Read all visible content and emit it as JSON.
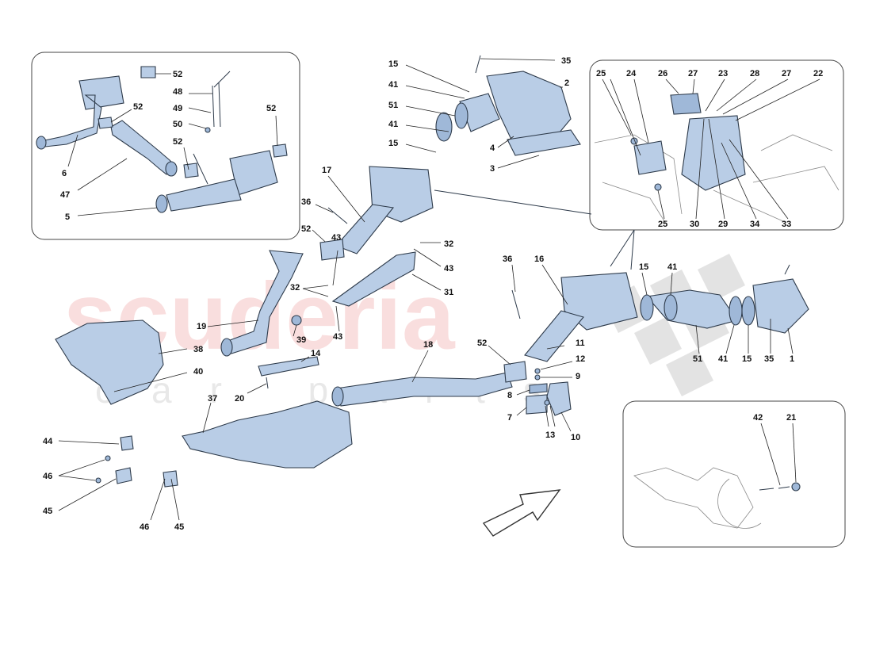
{
  "watermark": {
    "brand": "scuderia",
    "sub": "car parts"
  },
  "labels": {
    "l1": "1",
    "l2": "2",
    "l3": "3",
    "l4": "4",
    "l5": "5",
    "l6": "6",
    "l7": "7",
    "l8": "8",
    "l9": "9",
    "l10": "10",
    "l11": "11",
    "l12": "12",
    "l13": "13",
    "l14": "14",
    "l15a": "15",
    "l15b": "15",
    "l15c": "15",
    "l15d": "15",
    "l16": "16",
    "l17": "17",
    "l18": "18",
    "l19": "19",
    "l20": "20",
    "l21": "21",
    "l22": "22",
    "l23": "23",
    "l24": "24",
    "l25a": "25",
    "l25b": "25",
    "l26": "26",
    "l27a": "27",
    "l27b": "27",
    "l28": "28",
    "l29": "29",
    "l30": "30",
    "l31": "31",
    "l32a": "32",
    "l32b": "32",
    "l33": "33",
    "l34": "34",
    "l35a": "35",
    "l35b": "35",
    "l36a": "36",
    "l36b": "36",
    "l37": "37",
    "l38": "38",
    "l39": "39",
    "l40": "40",
    "l41a": "41",
    "l41b": "41",
    "l41c": "41",
    "l41d": "41",
    "l42": "42",
    "l43a": "43",
    "l43b": "43",
    "l43c": "43",
    "l44": "44",
    "l45a": "45",
    "l45b": "45",
    "l46a": "46",
    "l46b": "46",
    "l47": "47",
    "l48": "48",
    "l49": "49",
    "l50": "50",
    "l51a": "51",
    "l51b": "51",
    "l52a": "52",
    "l52b": "52",
    "l52c": "52",
    "l52d": "52",
    "l52e": "52",
    "l52f": "52"
  },
  "colors": {
    "part_fill": "#b9cde6",
    "outline": "#2d3a4a",
    "watermark": "#e03a3a"
  }
}
